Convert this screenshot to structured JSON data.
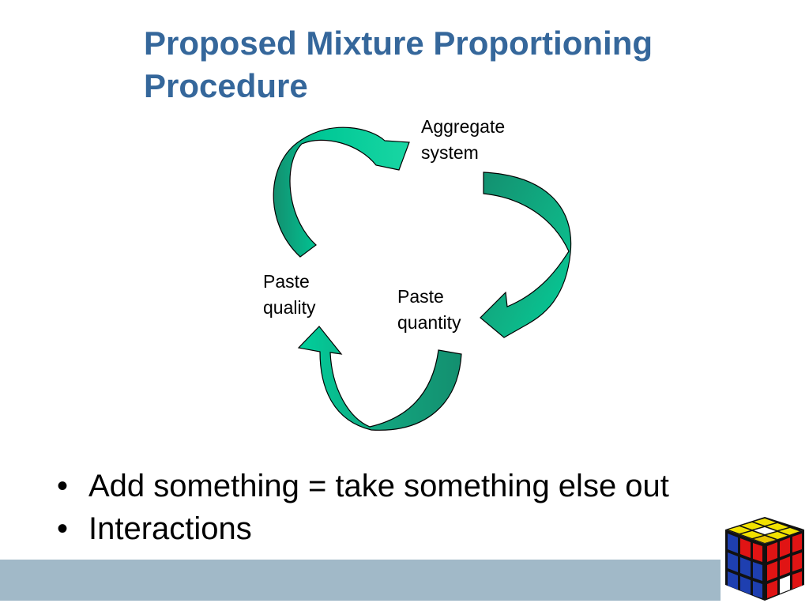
{
  "slide": {
    "title_line1": "Proposed Mixture Proportioning",
    "title_line2": "Procedure"
  },
  "diagram": {
    "nodes": [
      {
        "id": "aggregate",
        "line1": "Aggregate",
        "line2": "system"
      },
      {
        "id": "quality",
        "line1": "Paste",
        "line2": "quality"
      },
      {
        "id": "quantity",
        "line1": "Paste",
        "line2": "quantity"
      }
    ],
    "arrow_color_light": "#00c896",
    "arrow_color_dark": "#138f6f"
  },
  "bullets": [
    {
      "marker": "•",
      "text": "Add something = take something else out"
    },
    {
      "marker": "•",
      "text": "Interactions"
    }
  ],
  "colors": {
    "title": "#35679b",
    "footer_bar": "#a1b9c8"
  },
  "decor": {
    "cube_icon": "rubiks-cube-icon"
  }
}
